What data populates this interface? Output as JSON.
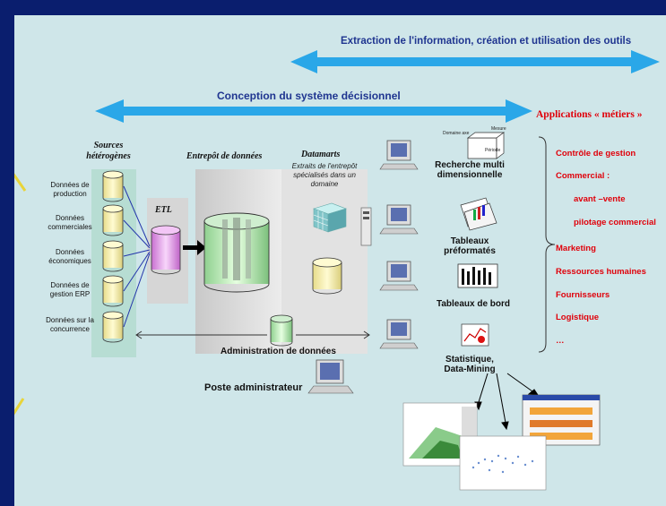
{
  "arrows": {
    "top_label": "Extraction de l'information, création et utilisation des outils",
    "middle_label": "Conception du système décisionnel",
    "applications_label": "Applications « métiers »"
  },
  "sources": {
    "title": "Sources hétérogènes",
    "items": [
      "Données de production",
      "Données commerciales",
      "Données économiques",
      "Données de gestion ERP",
      "Données sur la concurrence"
    ]
  },
  "etl": {
    "label": "ETL"
  },
  "warehouse": {
    "title": "Entrepôt de données"
  },
  "datamarts": {
    "title": "Datamarts",
    "description": "Extraits de l'entrepôt spécialisés dans un domaine"
  },
  "tools": [
    {
      "label": "Recherche multi dimensionnelle"
    },
    {
      "label": "Tableaux préformatés"
    },
    {
      "label": "Tableaux de bord"
    },
    {
      "label": "Statistique, Data-Mining"
    }
  ],
  "admin": {
    "data_label": "Administration de données",
    "station_label": "Poste administrateur"
  },
  "applications": [
    "Contrôle de gestion",
    "Commercial :",
    "avant –vente",
    "pilotage commercial",
    "Marketing",
    "Ressources humaines",
    "Fournisseurs",
    "Logistique",
    "…"
  ],
  "cube_labels": {
    "top": "Mesure",
    "left": "Domaine axe",
    "front": "Période"
  },
  "colors": {
    "background": "#0a1e6e",
    "panel": "#cfe6e9",
    "arrow": "#2aa7e8",
    "title_blue": "#1f3590",
    "red": "#e0000a",
    "cylinder": "#fbf3b4",
    "etl_cylinder": "#e9a8e9"
  }
}
